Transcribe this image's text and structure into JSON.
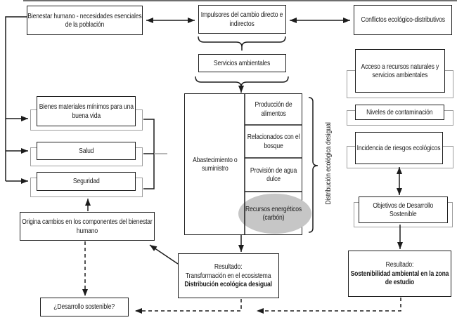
{
  "figure": {
    "background": "#ffffff",
    "line_color": "#1c1c1c",
    "shadow_color": "#9e9e9e",
    "ellipse_fill": "#c6c6c6"
  },
  "nodes": {
    "bienestar": "Bienestar humano - necesidades esenciales de la población",
    "impulsores": "Impulsores del cambio directo e indirectos",
    "conflictos": "Conflictos ecológico-distributivos",
    "servicios": "Servicios ambientales",
    "acceso": "Acceso a recursos naturales y servicios ambientales",
    "niveles": "Niveles de contaminación",
    "incidencia": "Incidencia de riesgos ecológicos",
    "objetivos": "Objetivos de Desarrollo Sostenible",
    "bienes": "Bienes materiales mínimos para una buena vida",
    "salud": "Salud",
    "seguridad": "Seguridad",
    "origina": "Origina cambios en los componentes del bienestar humano",
    "desarrollo": "¿Desarrollo sostenible?",
    "abastecimiento": "Abastecimiento o suministro",
    "produccion": "Producción de alimentos",
    "bosque": "Relacionados con el bosque",
    "agua": "Provisión de agua dulce",
    "recursos": "Recursos energéticos (carbón)",
    "distribucion_vertical": "Distribución ecológica desigual",
    "resultado_transformacion": {
      "title": "Resultado:",
      "line": "Transformación en el ecosistema",
      "emphasis": "Distribución ecológica desigual"
    },
    "resultado_sostenibilidad": {
      "title": "Resultado:",
      "emphasis": "Sostenibilidad ambiental en la zona de estudio"
    }
  }
}
